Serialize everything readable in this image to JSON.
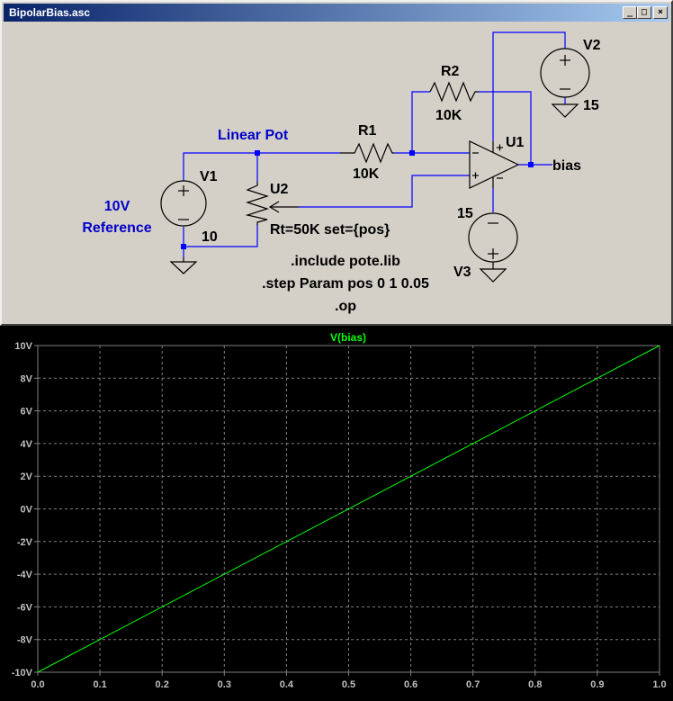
{
  "window": {
    "title": "BipolarBias.asc",
    "min_label": "_",
    "max_label": "□",
    "close_label": "×"
  },
  "schematic": {
    "net_linear_pot": "Linear Pot",
    "net_bias": "bias",
    "ref_label_line1": "10V",
    "ref_label_line2": "Reference",
    "v1": {
      "name": "V1",
      "value": "10"
    },
    "v2": {
      "name": "V2",
      "value": "15"
    },
    "v3": {
      "name": "V3",
      "value": "15"
    },
    "r1": {
      "name": "R1",
      "value": "10K"
    },
    "r2": {
      "name": "R2",
      "value": "10K"
    },
    "u1": {
      "name": "U1"
    },
    "u2": {
      "name": "U2",
      "value": "Rt=50K set={pos}"
    },
    "directives": [
      ".include pote.lib",
      ".step Param pos 0 1 0.05",
      ".op"
    ],
    "colors": {
      "wire": "#0000ff",
      "component": "#000000",
      "background": "#d4d0c8",
      "label": "#0000c8"
    }
  },
  "chart_data": {
    "type": "line",
    "title": "",
    "xlabel": "",
    "ylabel": "",
    "xlim": [
      0.0,
      1.0
    ],
    "ylim": [
      -10,
      10
    ],
    "x_ticks": [
      "0.0",
      "0.1",
      "0.2",
      "0.3",
      "0.4",
      "0.5",
      "0.6",
      "0.7",
      "0.8",
      "0.9",
      "1.0"
    ],
    "y_ticks": [
      "10V",
      "8V",
      "6V",
      "4V",
      "2V",
      "0V",
      "-2V",
      "-4V",
      "-6V",
      "-8V",
      "-10V"
    ],
    "grid": true,
    "series": [
      {
        "name": "V(bias)",
        "color": "#00ff00",
        "x": [
          0.0,
          1.0
        ],
        "y": [
          -10,
          10
        ]
      }
    ]
  }
}
